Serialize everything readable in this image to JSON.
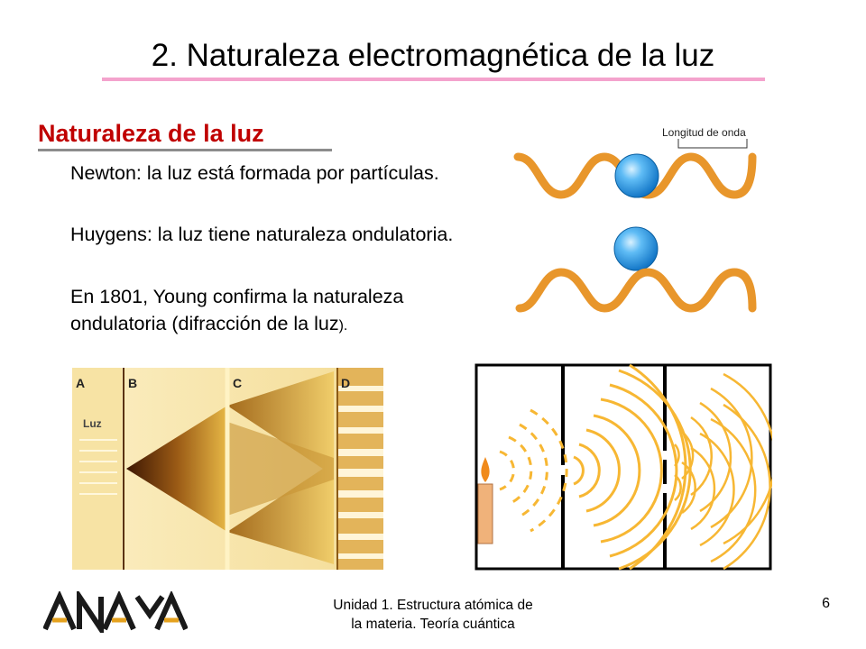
{
  "slide": {
    "title": "2. Naturaleza electromagnética de la luz",
    "section_heading": "Naturaleza de la luz",
    "bullets": [
      {
        "text": "Newton: la luz está formada por partículas.",
        "tail": ""
      },
      {
        "text": "Huygens: la luz tiene naturaleza ondulatoria.",
        "tail": ""
      },
      {
        "text": "En 1801, Young confirma la naturaleza ondulatoria (difracción de la luz",
        "tail": ")."
      }
    ]
  },
  "figures": {
    "wave_figure": {
      "wavelength_label": "Longitud de onda",
      "colors": {
        "wave": "#e8962b",
        "particle": "#1e8ee0"
      }
    },
    "diffraction_figure": {
      "labels": {
        "a": "A",
        "b": "B",
        "c": "C",
        "d": "D",
        "light": "Luz"
      },
      "colors": {
        "dark": "#4a1e05",
        "gold": "#d9a62b",
        "light": "#f5dfa0"
      }
    },
    "huygens_figure": {
      "colors": {
        "wave": "#f7b733",
        "flame": "#f08a1c",
        "candle": "#f0b27a"
      }
    }
  },
  "footer": {
    "logo_text": "ANAYA",
    "line1": "Unidad 1. Estructura atómica de",
    "line2": "la materia. Teoría cuántica",
    "page_number": "6"
  }
}
